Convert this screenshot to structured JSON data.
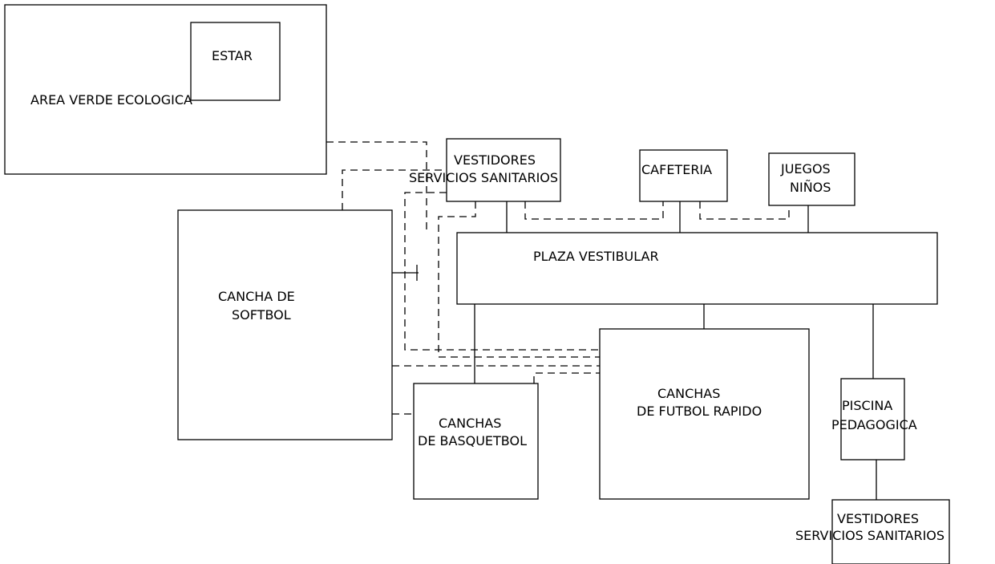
{
  "diagram": {
    "areas": {
      "area_verde": "AREA VERDE ECOLOGICA",
      "estar": "ESTAR",
      "vestidores_top": [
        "VESTIDORES",
        "SERVICIOS SANITARIOS"
      ],
      "cafeteria": "CAFETERIA",
      "juegos_ninos": [
        "JUEGOS",
        "NIÑOS"
      ],
      "plaza_vestibular": "PLAZA VESTIBULAR",
      "cancha_softbol": [
        "CANCHA DE",
        "SOFTBOL"
      ],
      "canchas_futbol": [
        "CANCHAS",
        "DE FUTBOL RAPIDO"
      ],
      "canchas_basquetbol": [
        "CANCHAS",
        "DE BASQUETBOL"
      ],
      "piscina": [
        "PISCINA",
        "PEDAGOGICA"
      ],
      "vestidores_bottom": [
        "VESTIDORES",
        "SERVICIOS SANITARIOS"
      ]
    },
    "connections": [
      {
        "from": "vestidores_top",
        "to": "plaza_vestibular",
        "style": "solid"
      },
      {
        "from": "cafeteria",
        "to": "plaza_vestibular",
        "style": "solid"
      },
      {
        "from": "juegos_ninos",
        "to": "plaza_vestibular",
        "style": "solid"
      },
      {
        "from": "plaza_vestibular",
        "to": "canchas_futbol",
        "style": "solid"
      },
      {
        "from": "plaza_vestibular",
        "to": "canchas_basquetbol",
        "style": "solid"
      },
      {
        "from": "plaza_vestibular",
        "to": "piscina",
        "style": "solid"
      },
      {
        "from": "piscina",
        "to": "vestidores_bottom",
        "style": "solid"
      },
      {
        "from": "area_verde",
        "to": "vestidores_top",
        "style": "dashed"
      },
      {
        "from": "cancha_softbol",
        "to": "vestidores_top",
        "style": "dashed"
      },
      {
        "from": "vestidores_top",
        "to": "cafeteria",
        "style": "dashed"
      },
      {
        "from": "cafeteria",
        "to": "juegos_ninos",
        "style": "dashed"
      },
      {
        "from": "vestidores_top",
        "to": "canchas_futbol",
        "style": "dashed"
      },
      {
        "from": "cancha_softbol",
        "to": "canchas_futbol",
        "style": "dashed"
      },
      {
        "from": "cancha_softbol",
        "to": "canchas_basquetbol",
        "style": "dashed"
      },
      {
        "from": "canchas_basquetbol",
        "to": "canchas_futbol",
        "style": "dashed"
      }
    ]
  }
}
